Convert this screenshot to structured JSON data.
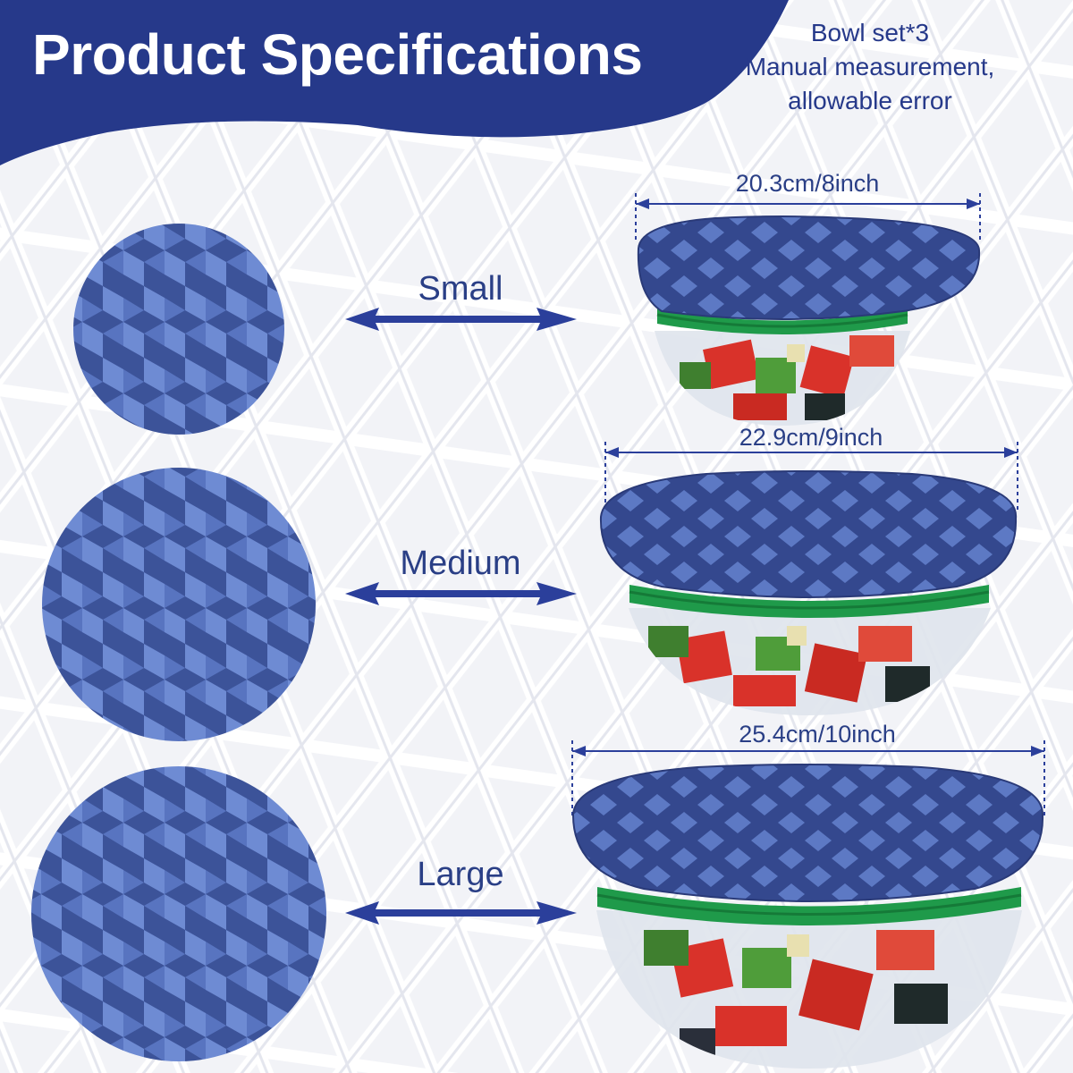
{
  "header": {
    "title": "Product Specifications",
    "note_lines": [
      "Bowl set*3",
      "Manual measurement,",
      "allowable error"
    ]
  },
  "sizes": [
    {
      "label": "Small",
      "dimension": "20.3cm/8inch"
    },
    {
      "label": "Medium",
      "dimension": "22.9cm/9inch"
    },
    {
      "label": "Large",
      "dimension": "25.4cm/10inch"
    }
  ],
  "colors": {
    "banner": "#26398a",
    "text": "#2a3f86",
    "cover_dark": "#3a4f97",
    "cover_light": "#6b86cf",
    "elastic": "#1f9a4a",
    "arrow": "#2b3f9b",
    "tomato": "#d9322a",
    "cucumber": "#4f9d3a"
  },
  "icons": [
    "double-arrow-icon",
    "dimension-arrow-icon"
  ]
}
